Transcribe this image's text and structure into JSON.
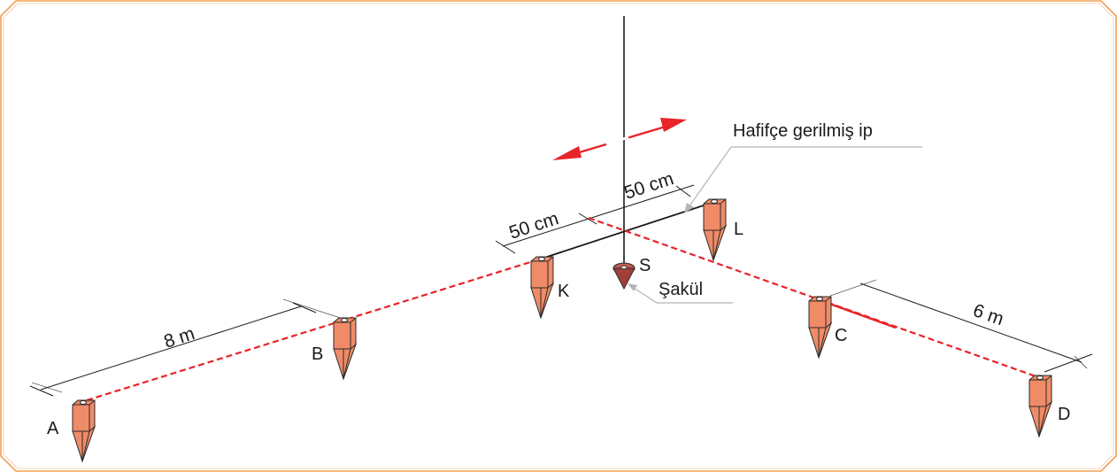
{
  "labels": {
    "point_a": "A",
    "point_b": "B",
    "point_k": "K",
    "point_l": "L",
    "point_c": "C",
    "point_d": "D",
    "point_s": "S",
    "dim_ab": "8 m",
    "dim_cd": "6 m",
    "dim_k_center": "50 cm",
    "dim_center_l": "50 cm",
    "note_string": "Hafifçe gerilmiş ip",
    "note_plumb": "Şakül"
  },
  "colors": {
    "frame": "#f0a054",
    "stake_fill": "#ef8b67",
    "stake_stroke": "#2b2b2b",
    "plumb_fill": "#a0403a",
    "dashed_line": "#e8232a",
    "arrow": "#e8232a",
    "leader": "#b5b5b5",
    "line": "#1a1a1a"
  },
  "icons": {
    "stake": "wooden-stake-icon",
    "plumb_bob": "plumb-bob-icon",
    "double_arrow": "double-arrow-icon"
  }
}
